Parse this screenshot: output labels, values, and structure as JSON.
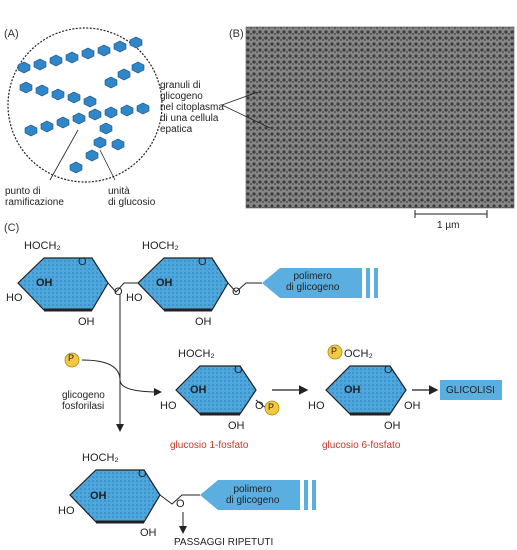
{
  "panels": {
    "a": {
      "label": "(A)",
      "branch_point_label": "punto di\nramificazione",
      "glucose_unit_label": "unità\ndi glucosio"
    },
    "b": {
      "label": "(B)",
      "granules_label": "granuli di\nglicogeno\nnel citoplasma\ndi una cellula\nepatica",
      "scale_label": "1 µm"
    },
    "c": {
      "label": "(C)",
      "ch2_top_left": "HOCH₂",
      "ch2_top_right": "HOCH₂",
      "polymer_label_top": "polimero\ndi glicogeno",
      "polymer_label_bottom": "polimero\ndi glicogeno",
      "phosphorylase_label": "glicogeno\nfosforilasi",
      "p_symbol": "P",
      "g1p_ch2": "HOCH₂",
      "g6p_ch2": "OCH₂",
      "bottom_ch2": "HOCH₂",
      "oh": "OH",
      "ho": "HO",
      "o": "O",
      "g1p_name": "glucosio 1-fosfato",
      "g6p_name": "glucosio 6-fosfato",
      "glycolysis": "GLICOLISI",
      "repeated": "PASSAGGI RIPETUTI"
    }
  },
  "colors": {
    "ring_fill": "#5aafe0",
    "arrow_fill": "#5aafe0",
    "phosphate": "#f5c842",
    "red_text": "#c0392b"
  }
}
